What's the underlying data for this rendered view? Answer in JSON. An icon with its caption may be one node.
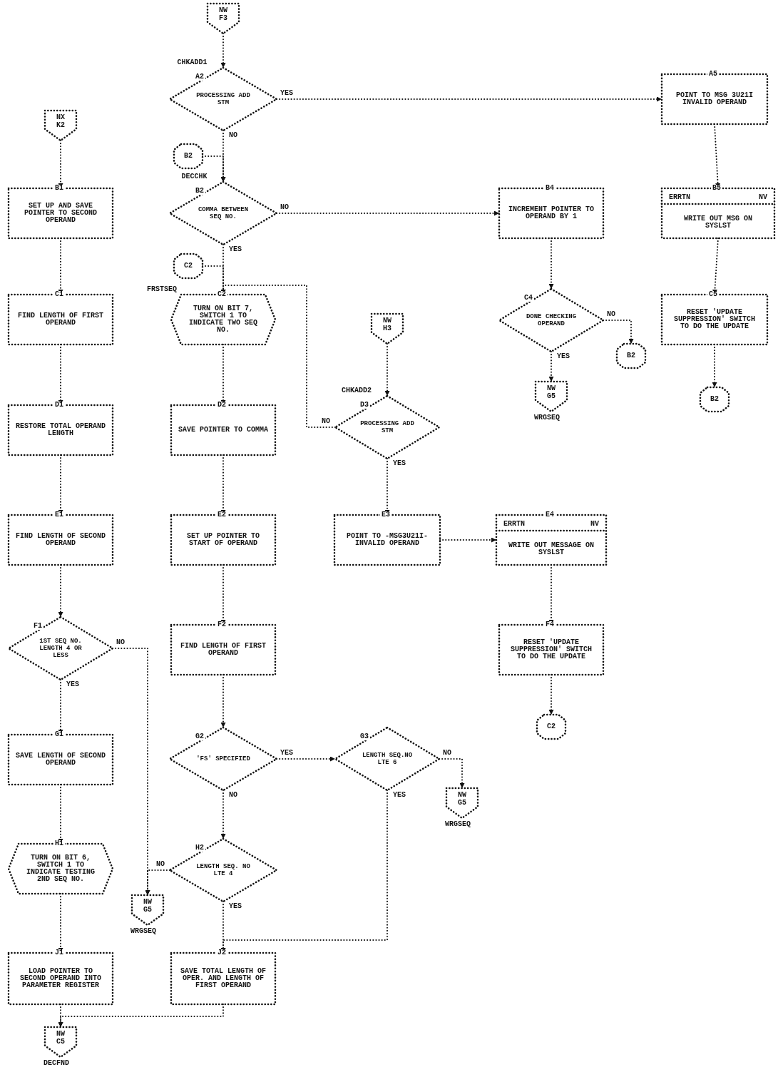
{
  "diagram": {
    "nodes": [
      {
        "text": [
          "NW",
          "F3"
        ]
      },
      {
        "text": [
          "A2",
          "PROCESSING ADD STM"
        ],
        "beside": [
          "CHKADD1"
        ]
      },
      {
        "text": [
          "A5",
          "POINT TO MSG 3U21I INVALID OPERAND"
        ]
      },
      {
        "text": [
          "B2"
        ]
      },
      {
        "text": [
          "B2",
          "COMMA BETWEEN SEQ NO."
        ],
        "beside": [
          "DECCHK"
        ]
      },
      {
        "text": [
          "B4",
          "INCREMENT POINTER TO OPERAND BY 1"
        ]
      },
      {
        "text": [
          "B5",
          "ERRTN",
          "NV",
          "WRITE OUT MSG ON SYSLST"
        ]
      },
      {
        "text": [
          "NX",
          "K2"
        ]
      },
      {
        "text": [
          "B1",
          "SET UP AND SAVE POINTER TO SECOND OPERAND"
        ]
      },
      {
        "text": [
          "C2"
        ]
      },
      {
        "text": [
          "C2",
          "TURN ON BIT 7, SWITCH 1 TO INDICATE TWO SEQ NO."
        ],
        "beside": [
          "FRSTSEQ"
        ]
      },
      {
        "text": [
          "C4",
          "DONE CHECKING OPERAND"
        ]
      },
      {
        "text": [
          "B2"
        ]
      },
      {
        "text": [
          "C5",
          "RESET 'UPDATE SUPPRESSION' SWITCH TO DO THE UPDATE"
        ]
      },
      {
        "text": [
          "B2"
        ]
      },
      {
        "text": [
          "NW",
          "G5"
        ],
        "beside": [
          "WRGSEQ"
        ]
      },
      {
        "text": [
          "C1",
          "FIND LENGTH OF FIRST OPERAND"
        ]
      },
      {
        "text": [
          "NW",
          "H3"
        ]
      },
      {
        "text": [
          "D3",
          "PROCESSING ADD STM"
        ],
        "beside": [
          "CHKADD2"
        ]
      },
      {
        "text": [
          "D1",
          "RESTORE TOTAL OPERAND LENGTH"
        ]
      },
      {
        "text": [
          "D2",
          "SAVE POINTER TO COMMA"
        ]
      },
      {
        "text": [
          "E1",
          "FIND LENGTH OF SECOND OPERAND"
        ]
      },
      {
        "text": [
          "E2",
          "SET UP POINTER TO START OF OPERAND"
        ]
      },
      {
        "text": [
          "E3",
          "POINT TO -MSG3U21I- INVALID OPERAND"
        ]
      },
      {
        "text": [
          "E4",
          "ERRTN",
          "NV",
          "WRITE OUT MESSAGE ON SYSLST"
        ]
      },
      {
        "text": [
          "F1",
          "1ST SEQ NO. LENGTH 4 OR LESS"
        ]
      },
      {
        "text": [
          "F2",
          "FIND LENGTH OF FIRST OPERAND"
        ]
      },
      {
        "text": [
          "F4",
          "RESET 'UPDATE SUPPRESSION' SWITCH TO DO THE UPDATE"
        ]
      },
      {
        "text": [
          "C2"
        ]
      },
      {
        "text": [
          "G1",
          "SAVE LENGTH OF SECOND OPERAND"
        ]
      },
      {
        "text": [
          "G2",
          "'FS' SPECIFIED"
        ]
      },
      {
        "text": [
          "G3",
          "LENGTH SEQ.NO LTE 6"
        ]
      },
      {
        "text": [
          "NW",
          "G5"
        ],
        "beside": [
          "WRGSEQ"
        ]
      },
      {
        "text": [
          "H1",
          "TURN ON BIT 6, SWITCH 1 TO INDICATE TESTING 2ND SEQ NO."
        ]
      },
      {
        "text": [
          "H2",
          "LENGTH SEQ. NO LTE 4"
        ]
      },
      {
        "text": [
          "NW",
          "G5"
        ],
        "beside": [
          "WRGSEQ"
        ]
      },
      {
        "text": [
          "J1",
          "LOAD POINTER TO SECOND OPERAND INTO PARAMETER REGISTER"
        ]
      },
      {
        "text": [
          "J2",
          "SAVE TOTAL LENGTH OF OPER. AND LENGTH OF FIRST OPERAND"
        ]
      },
      {
        "text": [
          "NW",
          "C5"
        ],
        "beside": [
          "DECFND"
        ]
      }
    ],
    "edges": [
      {
        "from": 0,
        "to": 1,
        "arrow": "to"
      },
      {
        "from": 1,
        "to": 2,
        "label": "YES",
        "arrow": "to"
      },
      {
        "from": 1,
        "to": 4,
        "label": "NO",
        "arrow": "to"
      },
      {
        "from": 3,
        "to": 4,
        "arrow": "to"
      },
      {
        "from": 4,
        "to": 5,
        "label": "NO",
        "arrow": "to"
      },
      {
        "from": 4,
        "to": 10,
        "label": "YES",
        "arrow": "to"
      },
      {
        "from": 9,
        "to": 10,
        "arrow": "to"
      },
      {
        "from": 18,
        "to": 10,
        "label": "NO",
        "arrow": "to"
      },
      {
        "from": 2,
        "to": 6,
        "arrow": "to"
      },
      {
        "from": 6,
        "to": 13,
        "arrow": "to"
      },
      {
        "from": 13,
        "to": 14,
        "arrow": "to"
      },
      {
        "from": 5,
        "to": 11,
        "arrow": "to"
      },
      {
        "from": 11,
        "to": 12,
        "label": "NO",
        "arrow": "to"
      },
      {
        "from": 11,
        "to": 15,
        "label": "YES",
        "arrow": "to"
      },
      {
        "from": 7,
        "to": 8,
        "arrow": "to"
      },
      {
        "from": 8,
        "to": 16,
        "arrow": "to"
      },
      {
        "from": 16,
        "to": 19,
        "arrow": "to"
      },
      {
        "from": 19,
        "to": 21,
        "arrow": "to"
      },
      {
        "from": 21,
        "to": 25,
        "arrow": "to"
      },
      {
        "from": 25,
        "to": 29,
        "label": "YES",
        "arrow": "to"
      },
      {
        "from": 25,
        "to": 35,
        "label": "NO",
        "arrow": "to"
      },
      {
        "from": 34,
        "to": 35,
        "label": "NO",
        "arrow": "to"
      },
      {
        "from": 29,
        "to": 33,
        "arrow": "to"
      },
      {
        "from": 33,
        "to": 36,
        "arrow": "to"
      },
      {
        "from": 36,
        "to": 38,
        "arrow": "to"
      },
      {
        "from": 37,
        "to": 38,
        "arrow": "to"
      },
      {
        "from": 10,
        "to": 20,
        "arrow": "to"
      },
      {
        "from": 20,
        "to": 22,
        "arrow": "to"
      },
      {
        "from": 22,
        "to": 26,
        "arrow": "to"
      },
      {
        "from": 26,
        "to": 30,
        "arrow": "to"
      },
      {
        "from": 30,
        "to": 31,
        "label": "YES",
        "arrow": "to"
      },
      {
        "from": 30,
        "to": 34,
        "label": "NO",
        "arrow": "to"
      },
      {
        "from": 31,
        "to": 32,
        "label": "NO",
        "arrow": "to"
      },
      {
        "from": 31,
        "to": 37,
        "label": "YES",
        "arrow": "to"
      },
      {
        "from": 34,
        "to": 37,
        "label": "YES",
        "arrow": "to"
      },
      {
        "from": 17,
        "to": 18,
        "arrow": "to"
      },
      {
        "from": 18,
        "to": 23,
        "label": "YES",
        "arrow": "to"
      },
      {
        "from": 23,
        "to": 24,
        "arrow": "to"
      },
      {
        "from": 24,
        "to": 27,
        "arrow": "to"
      },
      {
        "from": 27,
        "to": 28,
        "arrow": "to"
      }
    ]
  }
}
